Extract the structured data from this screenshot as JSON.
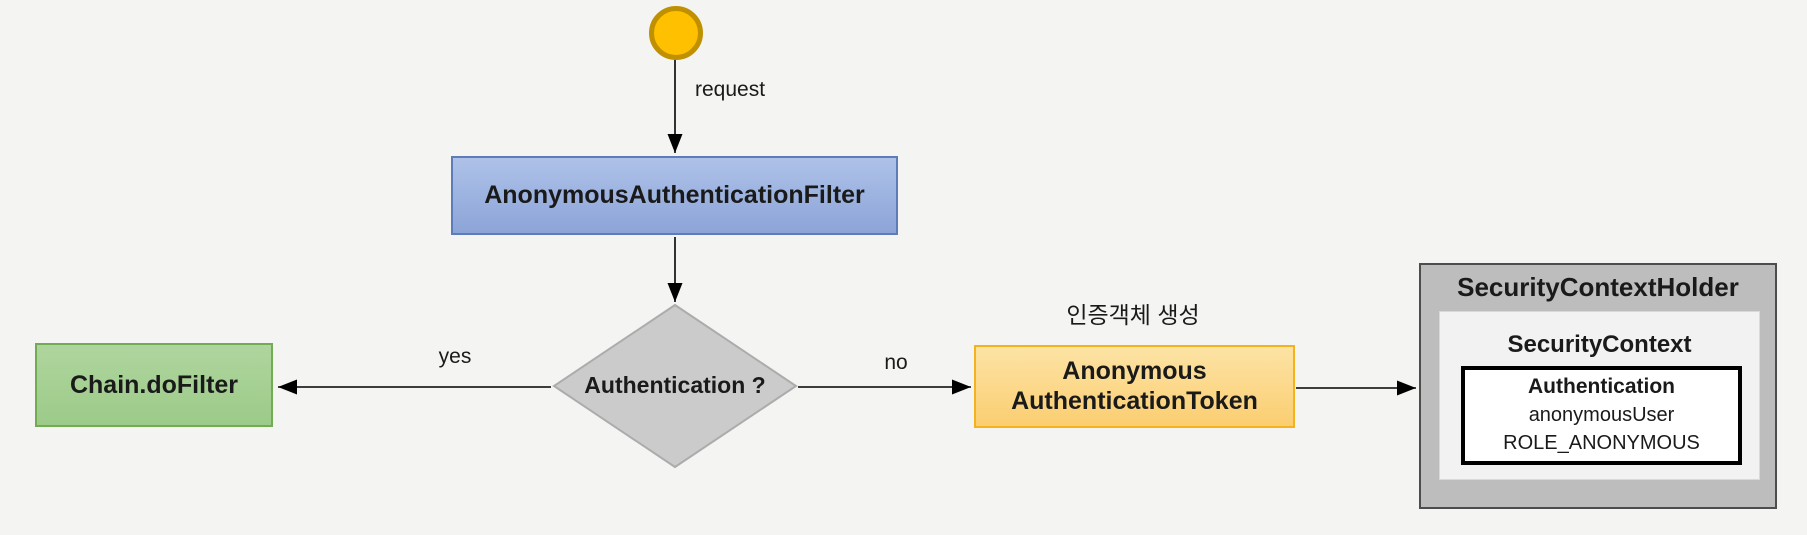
{
  "colors": {
    "bg": "#F4F4F3",
    "text": "#1A1A1A",
    "arrow": "#000000",
    "start_fill": "#FFC000",
    "start_border": "#BF9000",
    "filter_fill_top": "#AEC2E8",
    "filter_fill_bottom": "#8CA4D8",
    "filter_border": "#5E7DB8",
    "diamond_fill": "#CBCBCB",
    "diamond_border": "#ACACAC",
    "chain_fill_top": "#AFD59E",
    "chain_fill_bottom": "#9CCB89",
    "chain_border": "#71AC53",
    "token_fill_top": "#FCE3A5",
    "token_fill_bottom": "#FBCE71",
    "token_border": "#F5B31B",
    "holder_fill": "#BDBDBD",
    "holder_border": "#4D4D4D",
    "context_fill": "#F2F2F2",
    "context_border": "#D9D9D9",
    "auth_border": "#000000"
  },
  "diagram": {
    "edges": {
      "request": "request",
      "yes": "yes",
      "no": "no"
    },
    "filter_box": {
      "label": "AnonymousAuthenticationFilter"
    },
    "decision": {
      "label": "Authentication ?"
    },
    "chain_box": {
      "label": "Chain.doFilter"
    },
    "token_annotation": "인증객체 생성",
    "token_box": {
      "line1": "Anonymous",
      "line2": "AuthenticationToken"
    },
    "holder": {
      "title": "SecurityContextHolder",
      "context": {
        "title": "SecurityContext",
        "authentication": {
          "title": "Authentication",
          "principal": "anonymousUser",
          "authority": "ROLE_ANONYMOUS"
        }
      }
    }
  }
}
